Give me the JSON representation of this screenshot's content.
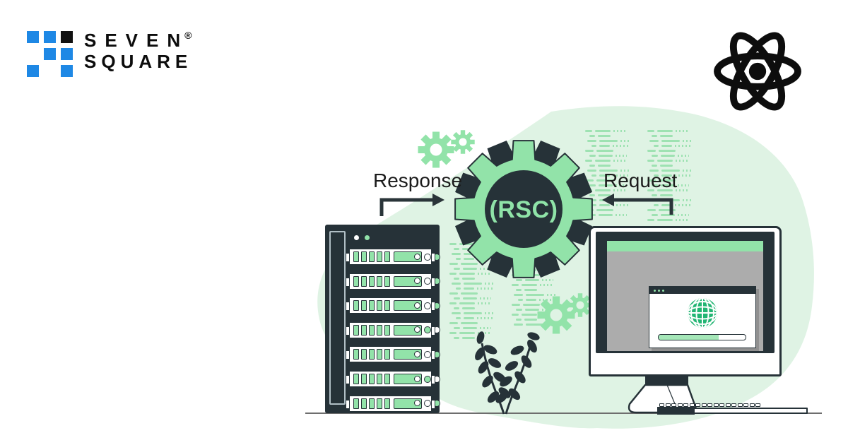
{
  "brand": {
    "line1": "SEVEN",
    "trademark": "®",
    "line2": "SQUARE",
    "colors": {
      "blue": "#1E88E5",
      "black": "#111111"
    }
  },
  "labels": {
    "response": "Response",
    "request": "Request",
    "gear": "(RSC)"
  },
  "icons": {
    "react": "react-logo-icon",
    "gear": "gear-icon",
    "globe": "globe-icon",
    "plant": "plant-icon",
    "server": "server-rack-icon",
    "monitor": "monitor-icon"
  },
  "illustration": {
    "colors": {
      "dark": "#263238",
      "green": "#92E3A9",
      "green_bright": "#22B573",
      "blob": "#DFF3E4",
      "screen_gray": "#ACACAC",
      "progress_fill": "#A5E7B8"
    },
    "server": {
      "tray_count": 7,
      "led_patterns": [
        [
          "white",
          "green"
        ],
        [
          "white",
          "green"
        ],
        [
          "white",
          "green"
        ],
        [
          "green",
          "white"
        ],
        [
          "white",
          "green"
        ],
        [
          "green",
          "white"
        ],
        [
          "white",
          "green"
        ]
      ]
    },
    "monitor": {
      "progress_percent": 69,
      "titlebar_dots": 3
    },
    "keyboard": {
      "key_count": 17
    }
  }
}
